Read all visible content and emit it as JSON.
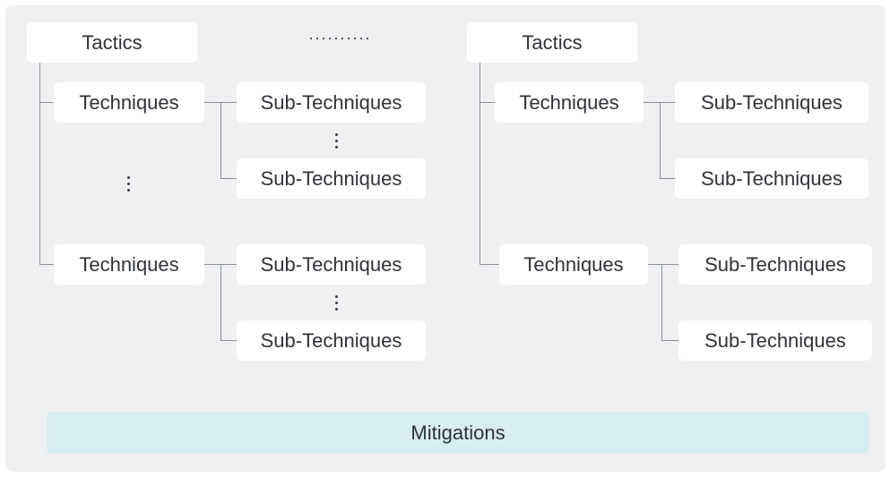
{
  "diagram": {
    "left_tree": {
      "tactic": "Tactics",
      "technique_1": "Techniques",
      "technique_2": "Techniques",
      "subtech_1a": "Sub-Techniques",
      "subtech_1b": "Sub-Techniques",
      "subtech_2a": "Sub-Techniques",
      "subtech_2b": "Sub-Techniques"
    },
    "right_tree": {
      "tactic": "Tactics",
      "technique_1": "Techniques",
      "technique_2": "Techniques",
      "subtech_1a": "Sub-Techniques",
      "subtech_1b": "Sub-Techniques",
      "subtech_2a": "Sub-Techniques",
      "subtech_2b": "Sub-Techniques"
    },
    "ellipsis_between_tactics": "··········",
    "mitigations": "Mitigations"
  },
  "colors": {
    "panel_background": "#eff0f2",
    "box_background": "#ffffff",
    "mitigations_background": "#d6eef0",
    "text": "#2f3338",
    "connector": "#8c9096"
  }
}
